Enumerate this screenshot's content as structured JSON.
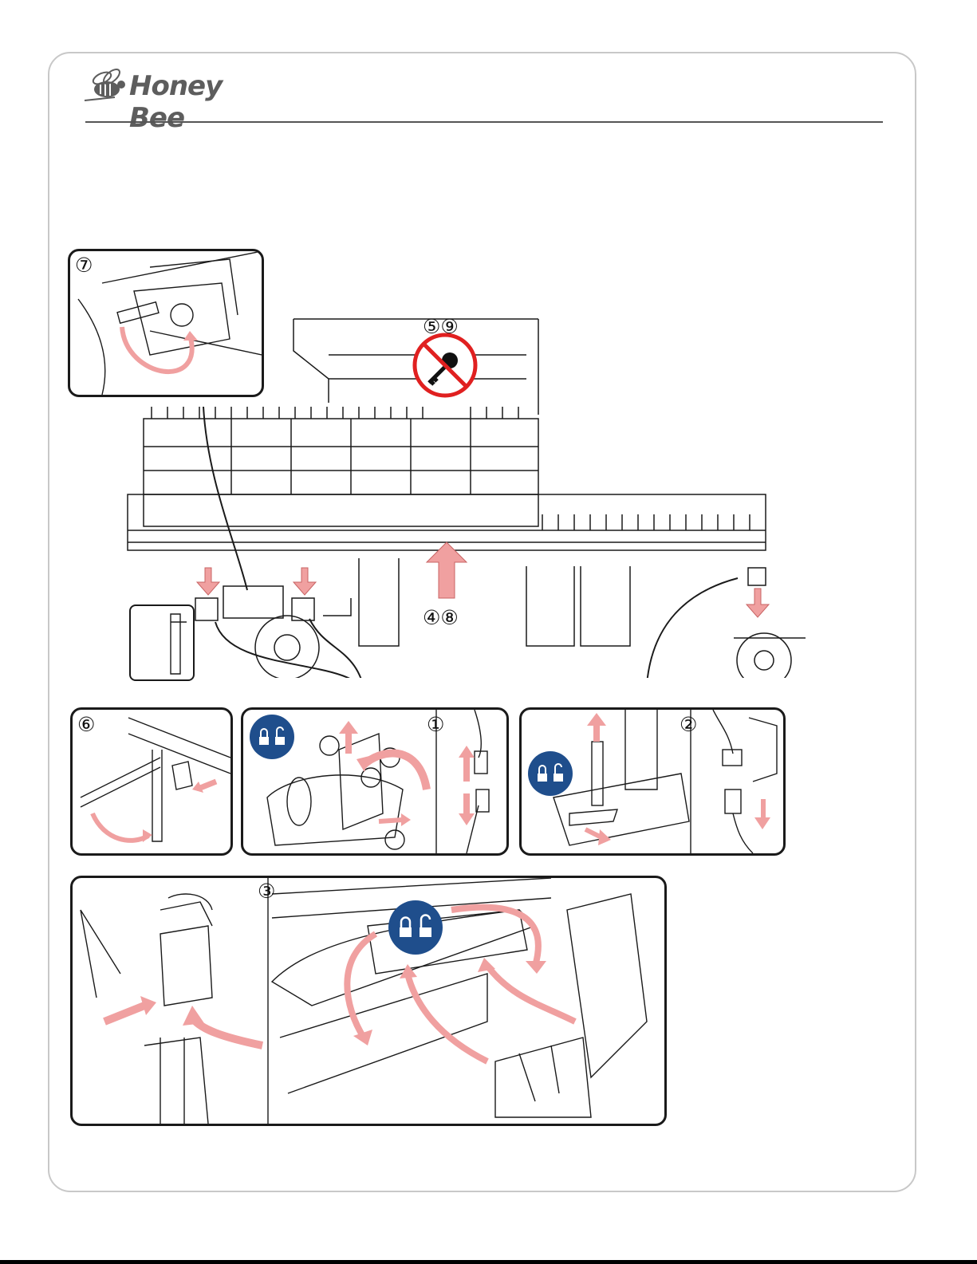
{
  "brand": {
    "name": "Honey Bee"
  },
  "step_labels": {
    "one": "①",
    "two": "②",
    "three": "③",
    "four_eight": "④⑧",
    "five_nine": "⑤⑨",
    "six": "⑥",
    "seven": "⑦"
  },
  "colors": {
    "arrow": "#f0a0a0",
    "lock_badge": "#1f4e8c",
    "prohibit": "#e02020",
    "line": "#1a1a1a"
  },
  "icons": [
    "unlock-icon",
    "no-key-icon",
    "arrow-icon"
  ]
}
